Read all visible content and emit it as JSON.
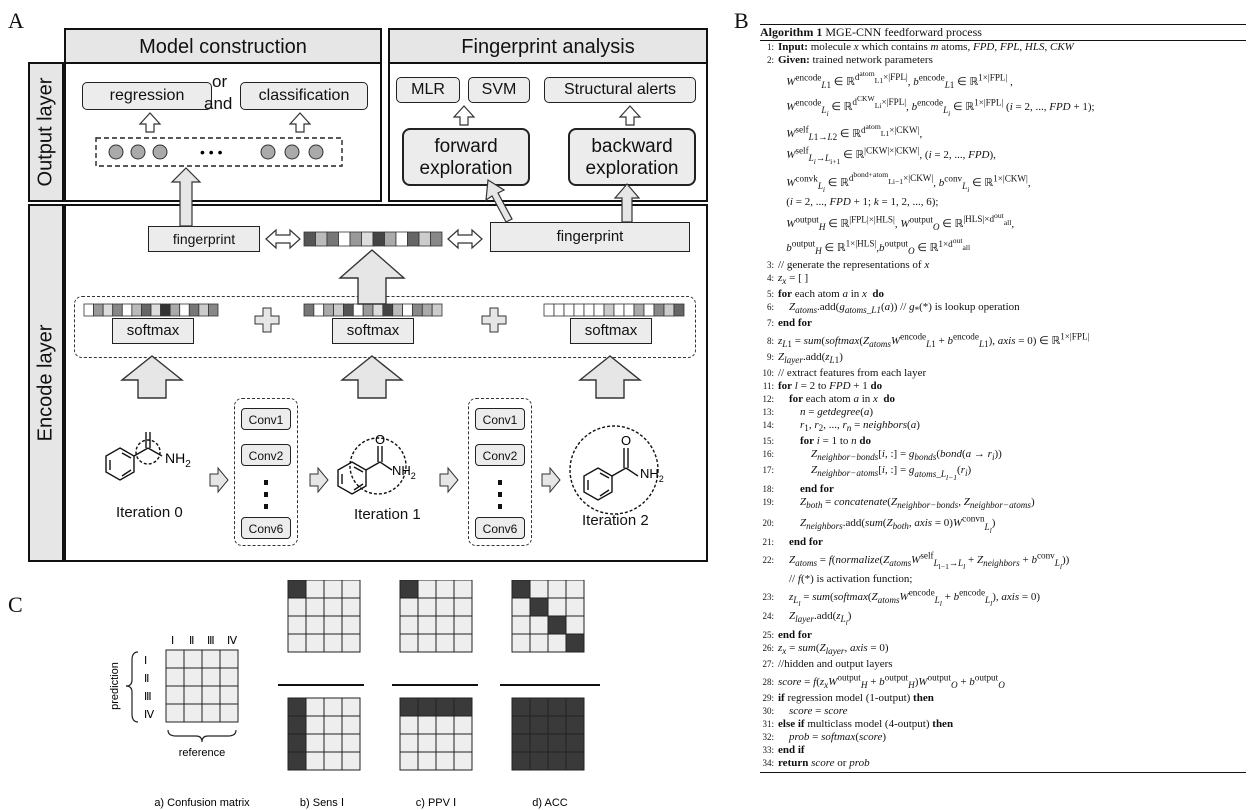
{
  "panels": {
    "a": "A",
    "b": "B",
    "c": "C"
  },
  "panel_a": {
    "model_construction": "Model construction",
    "fingerprint_analysis": "Fingerprint analysis",
    "output_layer": "Output layer",
    "encode_layer": "Encode layer",
    "regression": "regression",
    "or": "or",
    "and": "and",
    "classification": "classification",
    "mlr": "MLR",
    "svm": "SVM",
    "structural_alerts": "Structural alerts",
    "forward_exploration": "forward exploration",
    "backward_exploration": "backward exploration",
    "fingerprint": "fingerprint",
    "softmax": "softmax",
    "conv_labels": [
      "Conv1",
      "Conv2",
      "Conv6"
    ],
    "iterations": [
      "Iteration 0",
      "Iteration 1",
      "Iteration 2"
    ],
    "nh2": "NH",
    "nh2_sub": "2",
    "oxygen": "O",
    "dots": "• • •"
  },
  "panel_b": {
    "title_bold": "Algorithm 1",
    "title_rest": "MGE-CNN feedforward process",
    "lines": [
      {
        "n": "1:",
        "html": "<span class='kw'>Input:</span> molecule <i>x</i> which contains <i>m</i> atoms, <i>FPD</i>, <i>FPL</i>, <i>HLS</i>, <i>CKW</i>"
      },
      {
        "n": "2:",
        "html": "<span class='kw'>Given:</span> trained network parameters"
      },
      {
        "n": "",
        "html": "&nbsp;&nbsp;&nbsp;<i>W</i><sup>encode</sup><sub><i>L</i>1</sub> ∈ ℝ<sup>d<sup>atom</sup><sub>L1</sub>×|FPL|</sup>, <i>b</i><sup>encode</sup><sub><i>L</i>1</sub> ∈ ℝ<sup>1×|FPL|</sup> ,"
      },
      {
        "n": "",
        "html": "&nbsp;&nbsp;&nbsp;<i>W</i><sup>encode</sup><sub><i>L<sub>i</sub></i></sub> ∈ ℝ<sup>d<sup>CKW</sup><sub>Li</sub>×|FPL|</sup>, <i>b</i><sup>encode</sup><sub><i>L<sub>i</sub></i></sub> ∈ ℝ<sup>1×|FPL|</sup> (<i>i</i> = 2, ..., <i>FPD</i> + 1);"
      },
      {
        "n": "",
        "html": "&nbsp;&nbsp;&nbsp;<i>W</i><sup>self</sup><sub><i>L</i>1→<i>L</i>2</sub> ∈ ℝ<sup>d<sup>atom</sup><sub>L1</sub>×|CKW|</sup>,"
      },
      {
        "n": "",
        "html": "&nbsp;&nbsp;&nbsp;<i>W</i><sup>self</sup><sub><i>L<sub>i</sub></i>→<i>L</i><sub>i+1</sub></sub> ∈ ℝ<sup>|CKW|×|CKW|</sup>, (<i>i</i> = 2, ..., <i>FPD</i>),"
      },
      {
        "n": "",
        "html": "&nbsp;&nbsp;&nbsp;<i>W</i><sup>convk</sup><sub><i>L<sub>i</sub></i></sub> ∈ ℝ<sup>d<sup>bond+atom</sup><sub>Li−1</sub>×|CKW|</sup>, <i>b</i><sup>conv</sup><sub><i>L<sub>i</sub></i></sub> ∈ ℝ<sup>1×|CKW|</sup>,"
      },
      {
        "n": "",
        "html": "&nbsp;&nbsp;&nbsp;(<i>i</i> = 2, ..., <i>FPD</i> + 1; <i>k</i> = 1, 2, ..., 6);"
      },
      {
        "n": "",
        "html": "&nbsp;&nbsp;&nbsp;<i>W</i><sup>output</sup><sub><i>H</i></sub> ∈ ℝ<sup>|FPL|×|HLS|</sup>, <i>W</i><sup>output</sup><sub><i>O</i></sub> ∈ ℝ<sup>|HLS|×d<sup>out</sup><sub>all</sub></sup>,"
      },
      {
        "n": "",
        "html": "&nbsp;&nbsp;&nbsp;<i>b</i><sup>output</sup><sub><i>H</i></sub> ∈ ℝ<sup>1×|HLS|</sup>,<i>b</i><sup>output</sup><sub><i>O</i></sub> ∈ ℝ<sup>1×d<sup>out</sup><sub>all</sub></sup>"
      },
      {
        "n": "3:",
        "html": "// generate the representations of <i>x</i>"
      },
      {
        "n": "4:",
        "html": "<i>z<sub>x</sub></i> = [ ]"
      },
      {
        "n": "5:",
        "html": "<span class='kw'>for</span> each atom <i>a</i> in <i>x</i> &nbsp;<span class='kw'>do</span>"
      },
      {
        "n": "6:",
        "html": "&nbsp;&nbsp;&nbsp;&nbsp;<i>Z<sub>atoms</sub></i>.add(<i>g<sub>atoms_L1</sub></i>(<i>a</i>)) // <i>g</i><sub>*</sub>(*) is lookup operation"
      },
      {
        "n": "7:",
        "html": "<span class='kw'>end for</span>"
      },
      {
        "n": "8:",
        "html": "<i>z</i><sub><i>L</i>1</sub> = <i>sum</i>(<i>softmax</i>(<i>Z<sub>atoms</sub>W</i><sup>encode</sup><sub><i>L</i>1</sub> + <i>b</i><sup>encode</sup><sub><i>L</i>1</sub>), <i>axis</i> = 0) ∈ ℝ<sup>1×|FPL|</sup>"
      },
      {
        "n": "9:",
        "html": "<i>Z<sub>layer</sub></i>.add(<i>z</i><sub><i>L</i>1</sub>)"
      },
      {
        "n": "10:",
        "html": "// extract features from each layer"
      },
      {
        "n": "11:",
        "html": "<span class='kw'>for</span> <i>l</i> = 2 to <i>FPD</i> + 1 <span class='kw'>do</span>"
      },
      {
        "n": "12:",
        "html": "&nbsp;&nbsp;&nbsp;&nbsp;<span class='kw'>for</span> each atom <i>a</i> in <i>x</i> &nbsp;<span class='kw'>do</span>"
      },
      {
        "n": "13:",
        "html": "&nbsp;&nbsp;&nbsp;&nbsp;&nbsp;&nbsp;&nbsp;&nbsp;<i>n</i> = <i>getdegree</i>(<i>a</i>)"
      },
      {
        "n": "14:",
        "html": "&nbsp;&nbsp;&nbsp;&nbsp;&nbsp;&nbsp;&nbsp;&nbsp;<i>r</i><sub>1</sub>, <i>r</i><sub>2</sub>, ..., <i>r<sub>n</sub></i> = <i>neighbors</i>(<i>a</i>)"
      },
      {
        "n": "15:",
        "html": "&nbsp;&nbsp;&nbsp;&nbsp;&nbsp;&nbsp;&nbsp;&nbsp;<span class='kw'>for</span> <i>i</i> = 1 to <i>n</i> <span class='kw'>do</span>"
      },
      {
        "n": "16:",
        "html": "&nbsp;&nbsp;&nbsp;&nbsp;&nbsp;&nbsp;&nbsp;&nbsp;&nbsp;&nbsp;&nbsp;&nbsp;<i>Z<sub>neighbor−bonds</sub></i>[<i>i</i>, :] = <i>g<sub>bonds</sub></i>(<i>bond</i>(<i>a</i> → <i>r<sub>i</sub></i>))"
      },
      {
        "n": "17:",
        "html": "&nbsp;&nbsp;&nbsp;&nbsp;&nbsp;&nbsp;&nbsp;&nbsp;&nbsp;&nbsp;&nbsp;&nbsp;<i>Z<sub>neighbor−atoms</sub></i>[<i>i</i>, :] = <i>g<sub>atoms_L<sub>l−1</sub></sub></i>(<i>r<sub>i</sub></i>)"
      },
      {
        "n": "18:",
        "html": "&nbsp;&nbsp;&nbsp;&nbsp;&nbsp;&nbsp;&nbsp;&nbsp;<span class='kw'>end for</span>"
      },
      {
        "n": "19:",
        "html": "&nbsp;&nbsp;&nbsp;&nbsp;&nbsp;&nbsp;&nbsp;&nbsp;<i>Z<sub>both</sub></i> = <i>concatenate</i>(<i>Z<sub>neighbor−bonds</sub></i>, <i>Z<sub>neighbor−atoms</sub></i>)"
      },
      {
        "n": "20:",
        "html": "&nbsp;&nbsp;&nbsp;&nbsp;&nbsp;&nbsp;&nbsp;&nbsp;<i>Z<sub>neighbors</sub></i>.add(<i>sum</i>(<i>Z<sub>both</sub></i>, <i>axis</i> = 0)<i>W</i><sup>convn</sup><sub><i>L<sub>l</sub></i></sub>)"
      },
      {
        "n": "21:",
        "html": "&nbsp;&nbsp;&nbsp;&nbsp;<span class='kw'>end for</span>"
      },
      {
        "n": "22:",
        "html": "&nbsp;&nbsp;&nbsp;&nbsp;<i>Z<sub>atoms</sub></i> = <i>f</i>(<i>normalize</i>(<i>Z<sub>atoms</sub>W</i><sup>self</sup><sub><i>L</i><sub>l−1</sub>→<i>L<sub>l</sub></i></sub> + <i>Z<sub>neighbors</sub></i> + <i>b</i><sup>conv</sup><sub><i>L<sub>l</sub></i></sub>))"
      },
      {
        "n": "",
        "html": "&nbsp;&nbsp;&nbsp;&nbsp;// <i>f</i>(*) is activation function;"
      },
      {
        "n": "23:",
        "html": "&nbsp;&nbsp;&nbsp;&nbsp;<i>z</i><sub><i>L<sub>l</sub></i></sub> = <i>sum</i>(<i>softmax</i>(<i>Z<sub>atoms</sub>W</i><sup>encode</sup><sub><i>L<sub>l</sub></i></sub> + <i>b</i><sup>encode</sup><sub><i>L<sub>l</sub></i></sub>), <i>axis</i> = 0)"
      },
      {
        "n": "24:",
        "html": "&nbsp;&nbsp;&nbsp;&nbsp;<i>Z<sub>layer</sub></i>.add(<i>z</i><sub><i>L<sub>l</sub></i></sub>)"
      },
      {
        "n": "25:",
        "html": "<span class='kw'>end for</span>"
      },
      {
        "n": "26:",
        "html": "<i>z<sub>x</sub></i> = <i>sum</i>(<i>Z<sub>layer</sub></i>, <i>axis</i> = 0)"
      },
      {
        "n": "27:",
        "html": "//hidden and output layers"
      },
      {
        "n": "28:",
        "html": "<i>score</i> = <i>f</i>(<i>z<sub>x</sub>W</i><sup>output</sup><sub><i>H</i></sub> + <i>b</i><sup>output</sup><sub><i>H</i></sub>)<i>W</i><sup>output</sup><sub><i>O</i></sub> + <i>b</i><sup>output</sup><sub><i>O</i></sub>"
      },
      {
        "n": "29:",
        "html": "<span class='kw'>if</span> regression model (1-output) <span class='kw'>then</span>"
      },
      {
        "n": "30:",
        "html": "&nbsp;&nbsp;&nbsp;&nbsp;<i>score</i> = <i>score</i>"
      },
      {
        "n": "31:",
        "html": "<span class='kw'>else if</span> multiclass model (4-output) <span class='kw'>then</span>"
      },
      {
        "n": "32:",
        "html": "&nbsp;&nbsp;&nbsp;&nbsp;<i>prob</i> = <i>softmax</i>(<i>score</i>)"
      },
      {
        "n": "33:",
        "html": "<span class='kw'>end if</span>"
      },
      {
        "n": "34:",
        "html": "<span class='kw'>return</span> <i>score</i> or <i>prob</i>"
      }
    ]
  },
  "panel_c": {
    "roman": [
      "Ⅰ",
      "Ⅱ",
      "Ⅲ",
      "Ⅳ"
    ],
    "prediction": "prediction",
    "reference": "reference",
    "captions": [
      "a) Confusion matrix",
      "b) Sens Ⅰ",
      "c) PPV Ⅰ",
      "d) ACC"
    ]
  },
  "colors": {
    "box_fill": "#ececec",
    "dark_cell": "#3a3a3a",
    "light_cell": "#eeeeee"
  }
}
